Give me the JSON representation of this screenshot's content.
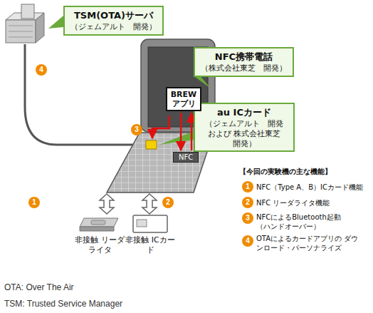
{
  "diagram": {
    "nodes": [
      {
        "text": [
          "TSM(OTA)サーバ",
          "（ジェムアルト　開発）"
        ]
      },
      {
        "text": [
          "NFC携帯電話",
          "（株式会社東芝　開発）"
        ]
      },
      {
        "text": [
          "au ICカード",
          "（ジェムアルト　開発 および 株式会社東芝　開発）"
        ]
      },
      {
        "text": [
          "BREW アプリ"
        ]
      },
      {
        "text": [
          "NFC"
        ]
      },
      {
        "text": [
          "非接触 リーダライタ"
        ]
      },
      {
        "text": [
          "非接触 ICカード"
        ]
      }
    ],
    "edges": [
      {
        "from": 3,
        "to": 4,
        "arrow": "to"
      },
      {
        "from": 4,
        "to": 3,
        "arrow": "to"
      }
    ],
    "labels": [
      "4",
      "3",
      "1",
      "2",
      "【今回の実験機の主な機能】",
      "1",
      "NFC（Type A、B）ICカード機能",
      "2",
      "NFC リーダライタ機能",
      "3",
      "NFCによるBluetooth起動 （ハンドオーバー）",
      "4",
      "OTAによるカードアプリの ダウンロード・パーソナライズ",
      "OTA: Over The Air",
      "TSM: Trusted Service Manager"
    ]
  }
}
